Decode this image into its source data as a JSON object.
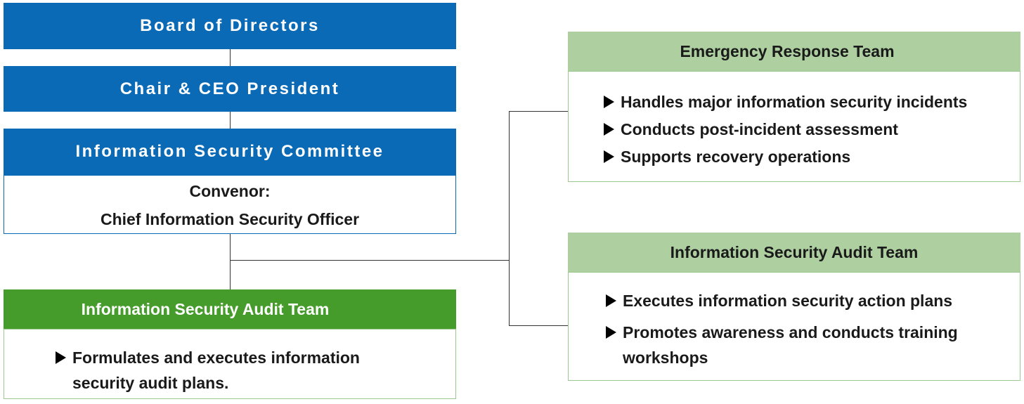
{
  "board": {
    "label": "Board of Directors"
  },
  "ceo": {
    "label": "Chair & CEO President"
  },
  "committee": {
    "label": "Information Security Committee",
    "convenor_label": "Convenor:",
    "convenor_name": "Chief Information Security Officer"
  },
  "left_team": {
    "title": "Information Security Audit Team",
    "items": [
      "Formulates and executes information security audit plans."
    ]
  },
  "emergency_team": {
    "title": "Emergency Response Team",
    "items": [
      "Handles major information security incidents",
      "Conducts post-incident assessment",
      "Supports recovery operations"
    ]
  },
  "right_audit_team": {
    "title": "Information Security Audit Team",
    "items": [
      "Executes information security action plans",
      "Promotes awareness and conducts training workshops"
    ]
  },
  "colors": {
    "blue": "#0a6ab6",
    "green": "#459c2a",
    "light_green": "#aed0a1"
  }
}
